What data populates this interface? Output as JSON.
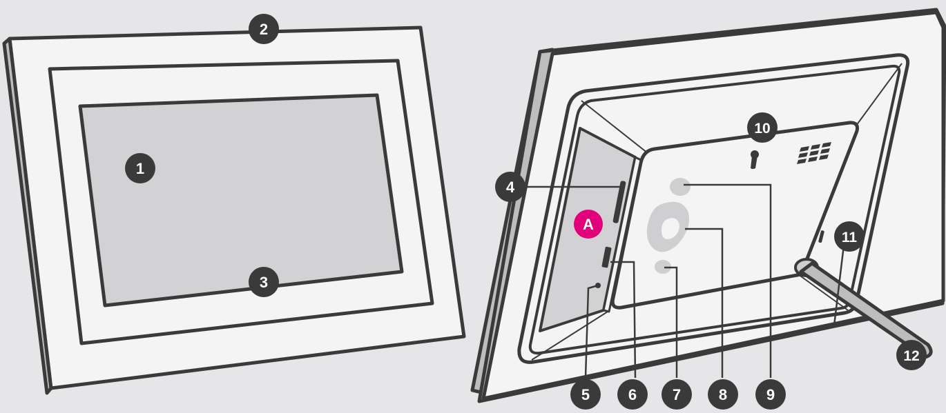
{
  "colors": {
    "background": "#e6e6e8",
    "frame": "#f4f4f5",
    "frame_shadow": "#bdbdbd",
    "screen": "#d2d2d4",
    "outline": "#3a3a3a",
    "badge": "#3a3a3a",
    "badge_text": "#ffffff",
    "accent": "#e2007a",
    "button_gray": "#cfcfd1"
  },
  "front_view": {
    "labels": [
      {
        "id": "screen",
        "number": "1"
      },
      {
        "id": "frame-top",
        "number": "2"
      },
      {
        "id": "screen-bottom",
        "number": "3"
      }
    ]
  },
  "back_view": {
    "labels": [
      {
        "id": "card-slot",
        "number": "4"
      },
      {
        "id": "reset-hole",
        "number": "5"
      },
      {
        "id": "usb-port",
        "number": "6"
      },
      {
        "id": "small-button",
        "number": "7"
      },
      {
        "id": "ring-button",
        "number": "8"
      },
      {
        "id": "top-button",
        "number": "9"
      },
      {
        "id": "hanging-hole",
        "number": "10"
      },
      {
        "id": "power-switch",
        "number": "11"
      },
      {
        "id": "stand",
        "number": "12"
      }
    ],
    "side_panel_badge": "A"
  }
}
